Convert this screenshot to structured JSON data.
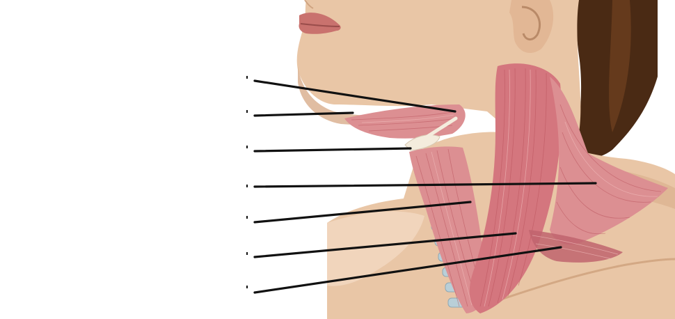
{
  "diagram": {
    "kind": "labeled-anatomy-illustration",
    "subject": "lateral-neck-muscles",
    "label_count": 7,
    "labels": [
      {
        "id": "leader-1",
        "text": ""
      },
      {
        "id": "leader-2",
        "text": ""
      },
      {
        "id": "leader-3",
        "text": ""
      },
      {
        "id": "leader-4",
        "text": ""
      },
      {
        "id": "leader-5",
        "text": ""
      },
      {
        "id": "leader-6",
        "text": ""
      },
      {
        "id": "leader-7",
        "text": ""
      }
    ]
  },
  "colors": {
    "skin": "#e9c6a6",
    "skin_shadow": "#d8ad8b",
    "skin_light": "#f3dcc6",
    "hair": "#4a2a14",
    "hair_highlight": "#6b3e1e",
    "muscle": "#dc8f92",
    "muscle_dark": "#c0646d",
    "muscle_light": "#f1bfbf",
    "cartilage": "#b9cfd8",
    "tendon": "#f4ecdd",
    "lips": "#c9726e",
    "leader_line": "#111111"
  }
}
